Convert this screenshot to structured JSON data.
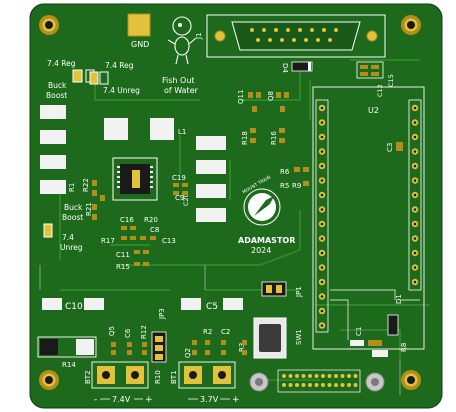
{
  "colors": {
    "board": "#1e6a1c",
    "board_dark": "#155213",
    "trace": "#2f8a2a",
    "silk": "#ffffff",
    "pad": "#f2f2f2",
    "gold": "#e2c23a",
    "gold_dark": "#b38f1a",
    "black": "#1a1a1a",
    "button": "#3a3a3a"
  },
  "labels": {
    "gnd": "GND",
    "j1": "J1",
    "fish_line1": "Fish Out",
    "fish_line2": "of Water",
    "reg_left": "7.4 Reg",
    "reg_right": "7.4 Reg",
    "buck_boost_top_1": "Buck",
    "buck_boost_top_2": "Boost",
    "unreg_top": "7.4 Unreg",
    "buck_boost_bot_1": "Buck",
    "buck_boost_bot_2": "Boost",
    "unreg_bot_1": "7.4",
    "unreg_bot_2": "Unreg",
    "l1": "L1",
    "u2": "U2",
    "c12": "C12",
    "c15": "C15",
    "c3": "C3",
    "d4": "D4",
    "q11": "Q11",
    "q8": "Q8",
    "r18": "R18",
    "r16": "R16",
    "r6": "R6",
    "r5": "R5",
    "r9": "R9",
    "r1": "R1",
    "r22": "R22",
    "r21": "R21",
    "c19": "C19",
    "c20": "C20",
    "c9": "C9",
    "c16": "C16",
    "r20": "R20",
    "c8": "C8",
    "r17": "R17",
    "c13": "C13",
    "c11": "C11",
    "r15": "R15",
    "logo_text": "ADAMASTOR",
    "year": "2024",
    "logo_ring": "MOUNT TRAIN",
    "jp1": "JP1",
    "c10": "C10",
    "c5": "C5",
    "jp3": "JP3",
    "q5": "Q5",
    "c6": "C6",
    "r12": "R12",
    "r14": "R14",
    "r10": "R10",
    "bt2": "BT2",
    "bt1": "BT1",
    "q2": "Q2",
    "r2": "R2",
    "c2": "C2",
    "r3": "R3",
    "sw1": "SW1",
    "c1": "C1",
    "d1": "D1",
    "r8": "R8",
    "minus1": "-",
    "volt74": "7.4V",
    "plus1": "+",
    "volt37": "3.7V",
    "plus2": "+"
  },
  "icons": {
    "mascot": "astronaut-fish-icon",
    "logo": "rocket-emblem-icon",
    "mount_holes": "mounting-hole-icon"
  }
}
